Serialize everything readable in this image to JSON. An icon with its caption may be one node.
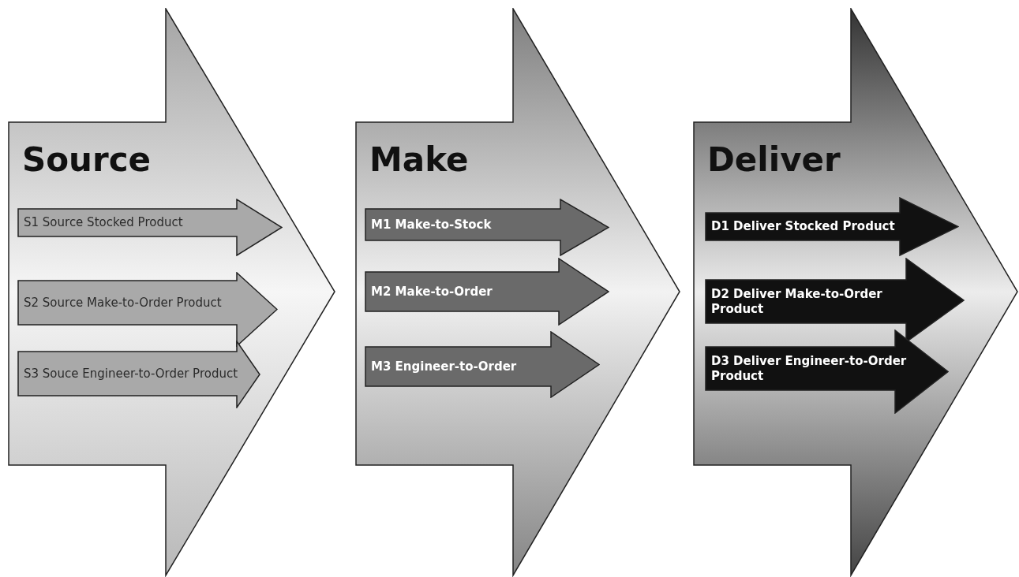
{
  "diagram": {
    "nodes": [
      {
        "text": [
          "Source"
        ]
      },
      {
        "text": [
          "S1 Source Stocked Product"
        ],
        "in": 0
      },
      {
        "text": [
          "S2 Source Make-to-Order Product"
        ],
        "in": 0
      },
      {
        "text": [
          "S3 Souce Engineer-to-Order Product"
        ],
        "in": 0
      },
      {
        "text": [
          "Make"
        ]
      },
      {
        "text": [
          "M1 Make-to-Stock"
        ],
        "in": 4
      },
      {
        "text": [
          "M2 Make-to-Order"
        ],
        "in": 4
      },
      {
        "text": [
          "M3 Engineer-to-Order"
        ],
        "in": 4
      },
      {
        "text": [
          "Deliver"
        ]
      },
      {
        "text": [
          "D1 Deliver Stocked Product"
        ],
        "in": 8
      },
      {
        "text": [
          "D2 Deliver Make-to-Order Product"
        ],
        "in": 8
      },
      {
        "text": [
          "D3 Deliver Engineer-to-Order Product"
        ],
        "in": 8
      }
    ]
  }
}
